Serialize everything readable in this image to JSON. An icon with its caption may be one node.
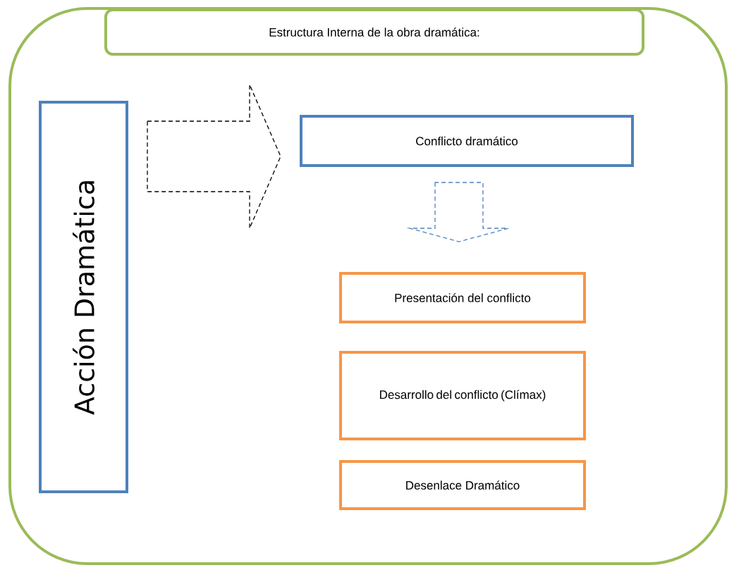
{
  "diagram": {
    "nodes": [
      {
        "text": [],
        "shape": "box"
      },
      {
        "text": [
          "Estructura Interna de la obra dramática:"
        ],
        "in": 0
      },
      {
        "text": [
          "Acción Dramática"
        ],
        "in": 0
      },
      {
        "text": [
          "Conflicto dramático"
        ],
        "in": 0
      },
      {
        "text": [
          "Presentación del conflicto"
        ],
        "in": 0
      },
      {
        "text": [
          "Desarrollo del conflicto (Clímax)"
        ],
        "in": 0
      },
      {
        "text": [
          "Desenlace Dramático"
        ],
        "in": 0
      }
    ],
    "edges": [
      {
        "from": 2,
        "to": 3,
        "arrow": "to",
        "style": "dashed"
      },
      {
        "from": 3,
        "to": 4,
        "arrow": "to",
        "style": "dashed",
        "color": "#4f81bd"
      }
    ]
  }
}
